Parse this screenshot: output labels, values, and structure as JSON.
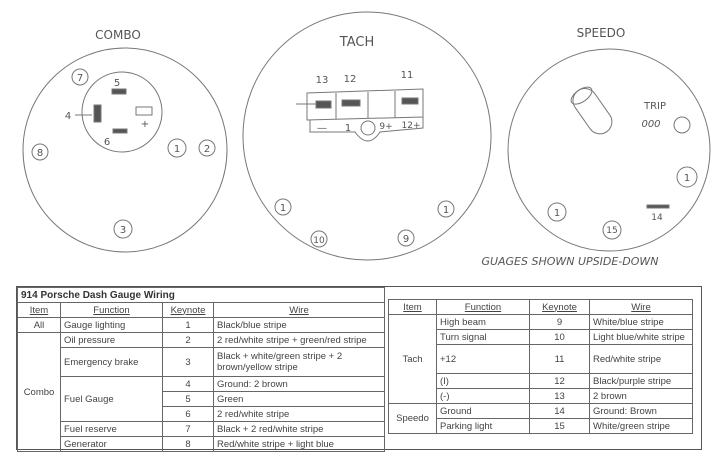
{
  "diagrams": {
    "combo": {
      "title": "COMBO",
      "labels": {
        "k7": "7",
        "k5": "5",
        "k4": "4",
        "k6": "6",
        "plus": "+",
        "k8": "8",
        "k1": "1",
        "k2": "2",
        "k3": "3"
      }
    },
    "tach": {
      "title": "TACH",
      "labels": {
        "k13": "13",
        "k12": "12",
        "k11": "11",
        "minus": "—",
        "one": "1",
        "k9p": "9+",
        "k12p": "12+",
        "k1a": "1",
        "k10": "10",
        "k9": "9",
        "k1b": "1"
      }
    },
    "speedo": {
      "title": "SPEEDO",
      "trip": "TRIP",
      "odo": "000",
      "labels": {
        "k1a": "1",
        "k1b": "1",
        "k15": "15",
        "k14": "14"
      }
    },
    "caption": "GUAGES SHOWN UPSIDE-DOWN"
  },
  "table": {
    "title": "914 Porsche Dash Gauge Wiring",
    "headers": {
      "item": "Item",
      "function": "Function",
      "keynote": "Keynote",
      "wire": "Wire"
    },
    "left": [
      {
        "item": "All",
        "function": "Gauge lighting",
        "keynote": "1",
        "wire": "Black/blue stripe"
      },
      {
        "item": "Combo",
        "function": "Oil pressure",
        "keynote": "2",
        "wire": "2 red/white stripe +  green/red stripe"
      },
      {
        "function": "Emergency brake",
        "keynote": "3",
        "wire": "Black + white/green stripe + 2 brown/yellow stripe"
      },
      {
        "function": "Fuel Gauge",
        "keynote": "4",
        "wire": "Ground:  2 brown"
      },
      {
        "keynote": "5",
        "wire": "Green"
      },
      {
        "keynote": "6",
        "wire": "2 red/white stripe"
      },
      {
        "function": "Fuel reserve",
        "keynote": "7",
        "wire": "Black + 2 red/white stripe"
      },
      {
        "function": "Generator",
        "keynote": "8",
        "wire": "Red/white stripe + light blue"
      }
    ],
    "right": [
      {
        "item": "Tach",
        "function": "High beam",
        "keynote": "9",
        "wire": "White/blue stripe"
      },
      {
        "function": "Turn signal",
        "keynote": "10",
        "wire": "Light blue/white stripe"
      },
      {
        "function": "+12",
        "keynote": "11",
        "wire": "Red/white stripe"
      },
      {
        "function": "(I)",
        "keynote": "12",
        "wire": "Black/purple stripe"
      },
      {
        "function": "(-)",
        "keynote": "13",
        "wire": "2 brown"
      },
      {
        "item": "Speedo",
        "function": "Ground",
        "keynote": "14",
        "wire": "Ground:  Brown"
      },
      {
        "function": "Parking light",
        "keynote": "15",
        "wire": "White/green stripe"
      }
    ]
  }
}
